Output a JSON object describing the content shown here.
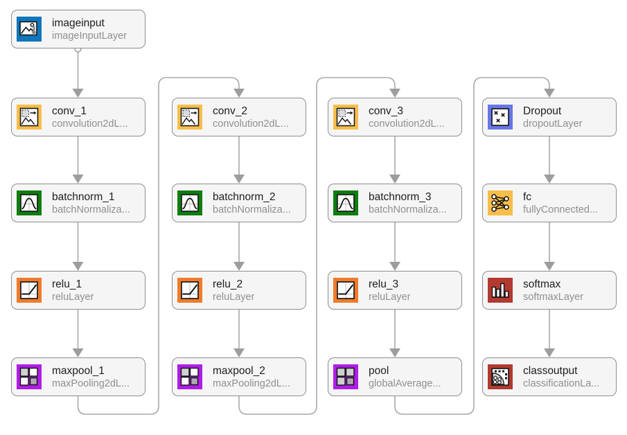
{
  "app": {
    "name": "layer-graph-canvas"
  },
  "colors": {
    "imageInput": "#0f76bb",
    "convolution": "#f8be4b",
    "batchNorm": "#0f7d0f",
    "relu": "#ef7b2c",
    "pooling": "#b01de8",
    "dropout": "#6677e6",
    "fullyConnected": "#f8be4b",
    "softmax": "#b23a31",
    "classification": "#b23a31",
    "boxBg": "#f5f5f5",
    "boxBorder": "#8e8e8e",
    "wire": "#a9a9a9"
  },
  "nodes": [
    {
      "id": "imageinput",
      "title": "imageinput",
      "subtitle": "imageInputLayer"
    },
    {
      "id": "conv_1",
      "title": "conv_1",
      "subtitle": "convolution2dL..."
    },
    {
      "id": "batchnorm_1",
      "title": "batchnorm_1",
      "subtitle": "batchNormaliza..."
    },
    {
      "id": "relu_1",
      "title": "relu_1",
      "subtitle": "reluLayer"
    },
    {
      "id": "maxpool_1",
      "title": "maxpool_1",
      "subtitle": "maxPooling2dL..."
    },
    {
      "id": "conv_2",
      "title": "conv_2",
      "subtitle": "convolution2dL..."
    },
    {
      "id": "batchnorm_2",
      "title": "batchnorm_2",
      "subtitle": "batchNormaliza..."
    },
    {
      "id": "relu_2",
      "title": "relu_2",
      "subtitle": "reluLayer"
    },
    {
      "id": "maxpool_2",
      "title": "maxpool_2",
      "subtitle": "maxPooling2dL..."
    },
    {
      "id": "conv_3",
      "title": "conv_3",
      "subtitle": "convolution2dL..."
    },
    {
      "id": "batchnorm_3",
      "title": "batchnorm_3",
      "subtitle": "batchNormaliza..."
    },
    {
      "id": "relu_3",
      "title": "relu_3",
      "subtitle": "reluLayer"
    },
    {
      "id": "pool",
      "title": "pool",
      "subtitle": "globalAverage..."
    },
    {
      "id": "Dropout",
      "title": "Dropout",
      "subtitle": "dropoutLayer"
    },
    {
      "id": "fc",
      "title": "fc",
      "subtitle": "fullyConnected..."
    },
    {
      "id": "softmax",
      "title": "softmax",
      "subtitle": "softmaxLayer"
    },
    {
      "id": "classoutput",
      "title": "classoutput",
      "subtitle": "classificationLa..."
    }
  ],
  "connections": [
    {
      "from": "imageinput",
      "to": "conv_1"
    },
    {
      "from": "conv_1",
      "to": "batchnorm_1"
    },
    {
      "from": "batchnorm_1",
      "to": "relu_1"
    },
    {
      "from": "relu_1",
      "to": "maxpool_1"
    },
    {
      "from": "maxpool_1",
      "to": "conv_2"
    },
    {
      "from": "conv_2",
      "to": "batchnorm_2"
    },
    {
      "from": "batchnorm_2",
      "to": "relu_2"
    },
    {
      "from": "relu_2",
      "to": "maxpool_2"
    },
    {
      "from": "maxpool_2",
      "to": "conv_3"
    },
    {
      "from": "conv_3",
      "to": "batchnorm_3"
    },
    {
      "from": "batchnorm_3",
      "to": "relu_3"
    },
    {
      "from": "relu_3",
      "to": "pool"
    },
    {
      "from": "pool",
      "to": "Dropout"
    },
    {
      "from": "Dropout",
      "to": "fc"
    },
    {
      "from": "fc",
      "to": "softmax"
    },
    {
      "from": "softmax",
      "to": "classoutput"
    }
  ]
}
